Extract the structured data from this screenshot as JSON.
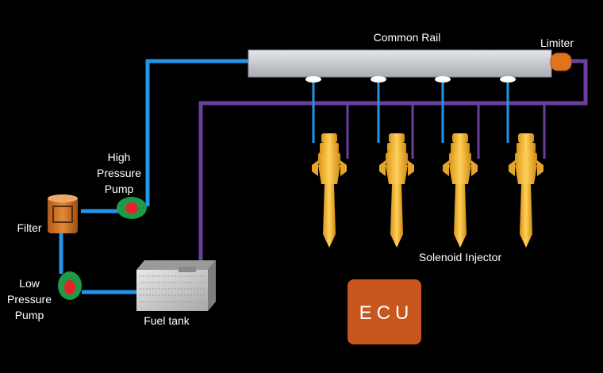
{
  "labels": {
    "common_rail": "Common Rail",
    "limiter": "Limiter",
    "high_pressure_pump": [
      "High",
      "Pressure",
      "Pump"
    ],
    "filter": "Filter",
    "low_pressure_pump": [
      "Low",
      "Pressure",
      "Pump"
    ],
    "fuel_tank": "Fuel tank",
    "solenoid_injector": "Solenoid Injector",
    "ecu": "ECU"
  },
  "colors": {
    "background": "#000000",
    "fuel_line": "#2196e8",
    "return_line": "#6a3fa0",
    "rail": "#c8cad0",
    "limiter": "#e0741c",
    "injector": "#f2b233",
    "ecu": "#c8571e",
    "pump_body": "#1e9a46",
    "pump_core": "#e8222a",
    "filter": "#c8702a"
  },
  "injector_count": 4
}
